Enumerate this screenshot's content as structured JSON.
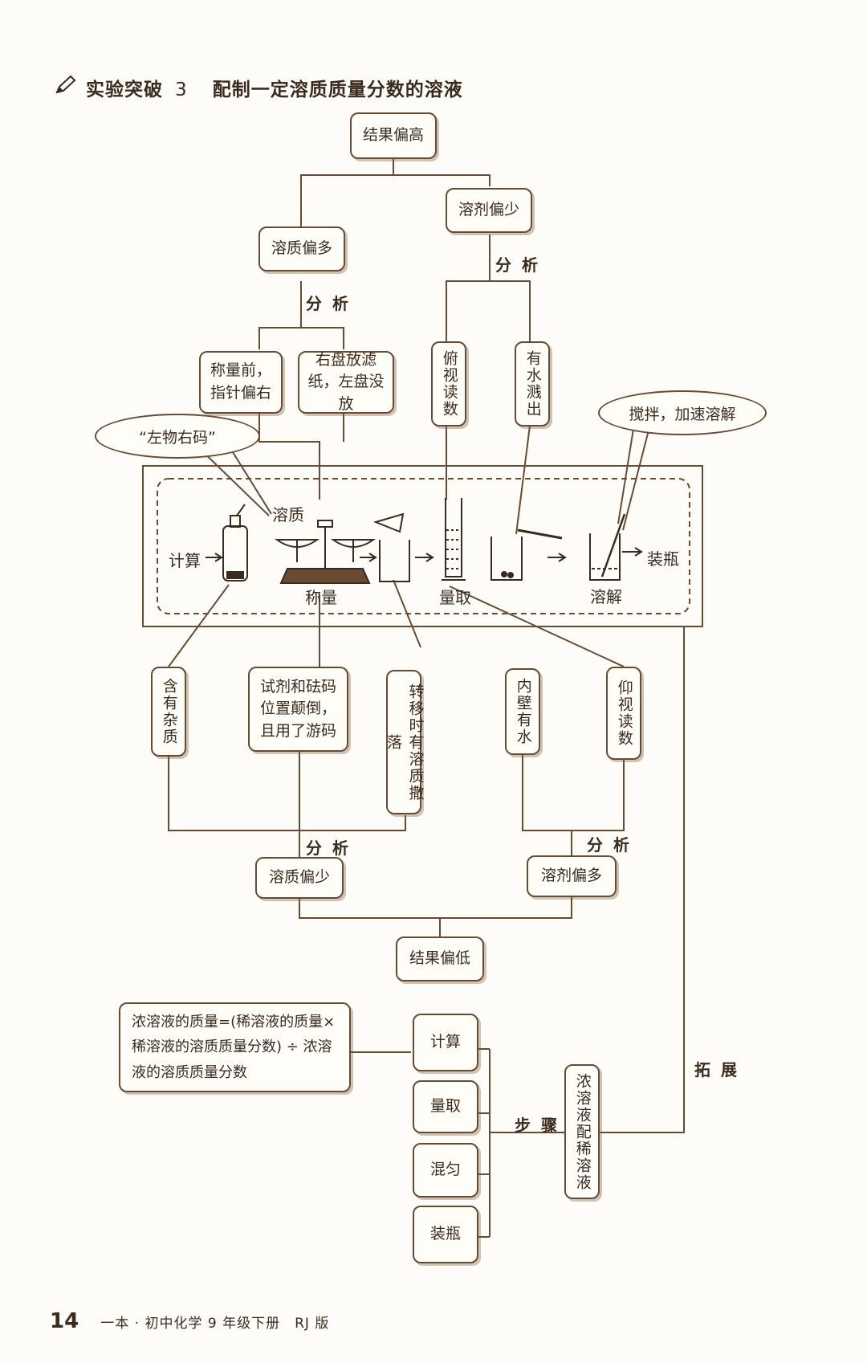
{
  "header": {
    "section": "实验突破",
    "number": "3",
    "title": "配制一定溶质质量分数的溶液"
  },
  "top": {
    "result_high": "结果偏高",
    "solute_more": "溶质偏多",
    "solvent_less": "溶剂偏少",
    "analysis_left": "分 析",
    "analysis_right": "分 析",
    "cause_pointer": "称量前，指针偏右",
    "cause_filter": "右盘放滤纸，左盘没放",
    "cause_look_down": "俯视读数",
    "cause_splash": "有水溅出"
  },
  "callouts": {
    "left_right": "“左物右码”",
    "stir": "搅拌，加速溶解"
  },
  "process": {
    "calc": "计算",
    "solute": "溶质",
    "weigh": "称量",
    "measure": "量取",
    "dissolve": "溶解",
    "bottle": "装瓶"
  },
  "bottom": {
    "impurity": "含有杂质",
    "reversed": "试剂和砝码位置颠倒，且用了游码",
    "spill": "转移时有溶质撒落",
    "wet_wall": "内壁有水",
    "look_up": "仰视读数",
    "analysis_left": "分 析",
    "analysis_right": "分 析",
    "solute_less": "溶质偏少",
    "solvent_more": "溶剂偏多",
    "result_low": "结果偏低"
  },
  "extension": {
    "label": "拓 展",
    "topic": "浓溶液配稀溶液",
    "steps_label": "步 骤",
    "formula": "浓溶液的质量=(稀溶液的质量×稀溶液的溶质质量分数) ÷ 浓溶液的溶质质量分数",
    "steps": [
      "计算",
      "量取",
      "混匀",
      "装瓶"
    ]
  },
  "footer": {
    "page_number": "14",
    "book_title": "一本 · 初中化学 9 年级下册　RJ 版"
  }
}
